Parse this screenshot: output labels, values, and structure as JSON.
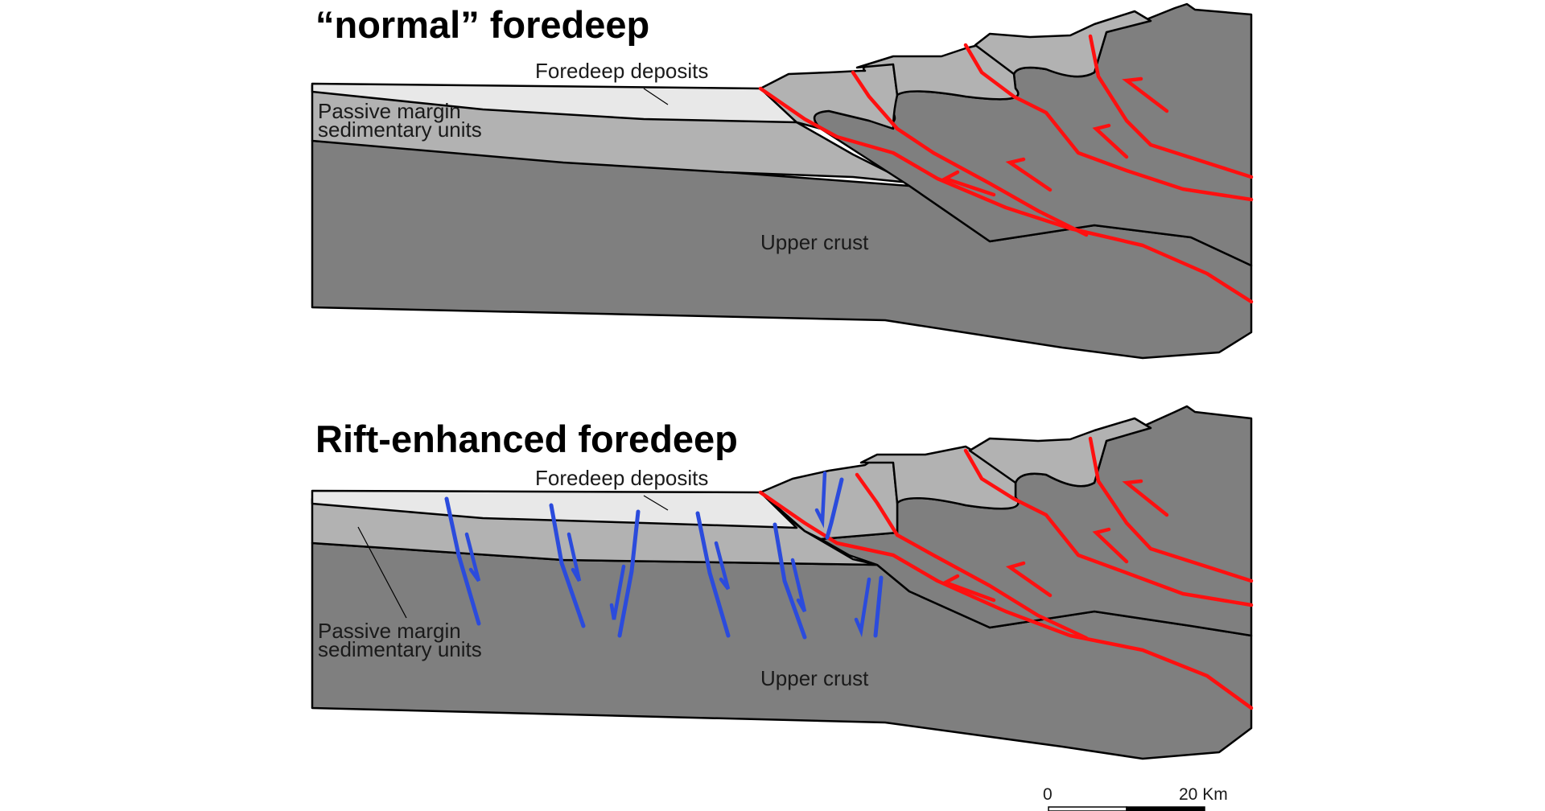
{
  "panels": [
    {
      "title": "“normal” foredeep",
      "labels": {
        "foredeep_deposits": "Foredeep deposits",
        "passive_margin_line1": "Passive margin",
        "passive_margin_line2": "sedimentary units",
        "upper_crust": "Upper crust"
      }
    },
    {
      "title": "Rift-enhanced foredeep",
      "labels": {
        "foredeep_deposits": "Foredeep deposits",
        "passive_margin_line1": "Passive margin",
        "passive_margin_line2": "sedimentary units",
        "upper_crust": "Upper crust"
      }
    }
  ],
  "scale_bar": {
    "start_label": "0",
    "end_label": "20 Km"
  },
  "colors": {
    "upper_crust": "#7f7f7f",
    "passive_margin": "#b2b2b2",
    "foredeep_deposits": "#e8e8e8",
    "thrust_faults": "#ff1010",
    "normal_faults": "#2b4bdc"
  }
}
